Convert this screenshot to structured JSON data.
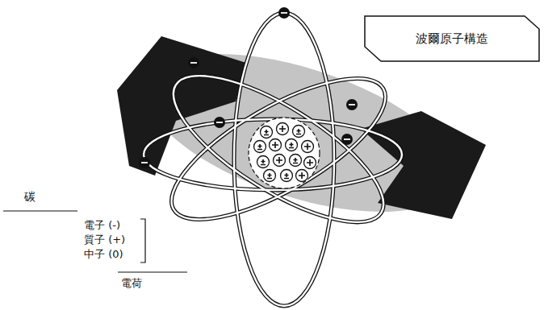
{
  "diagram": {
    "title": "波爾原子構造",
    "labels": [
      "碳",
      "電子 (-)",
      "質子 (+)",
      "中子 (0)",
      "電荷"
    ]
  }
}
